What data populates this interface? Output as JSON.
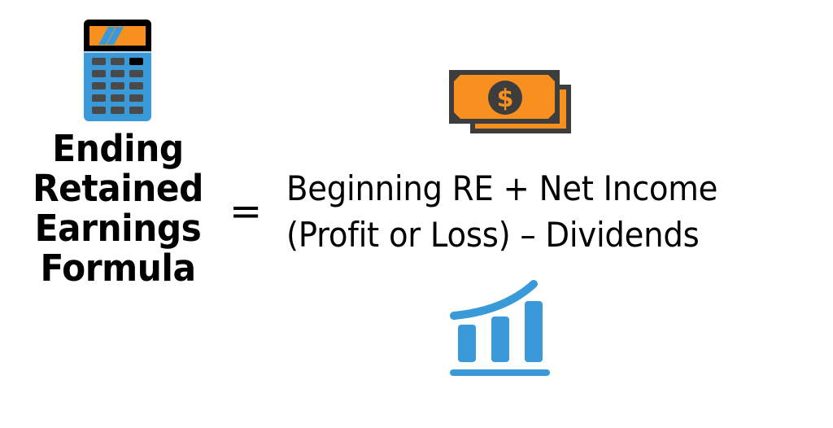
{
  "title": {
    "lines": [
      "Ending",
      "Retained",
      "Earnings",
      "Formula"
    ]
  },
  "equals_sign": "=",
  "formula": {
    "line1": "Beginning RE + Net Income",
    "line2": "(Profit or Loss) – Dividends"
  },
  "icons": {
    "calculator": "calculator-icon",
    "money": "dollar-bills-icon",
    "growth_chart": "growth-bar-chart-icon"
  },
  "colors": {
    "orange": "#F7901E",
    "blue": "#3A9AD9",
    "dark_gray": "#3D3D3D",
    "black": "#000000",
    "background": "#FFFFFF"
  }
}
